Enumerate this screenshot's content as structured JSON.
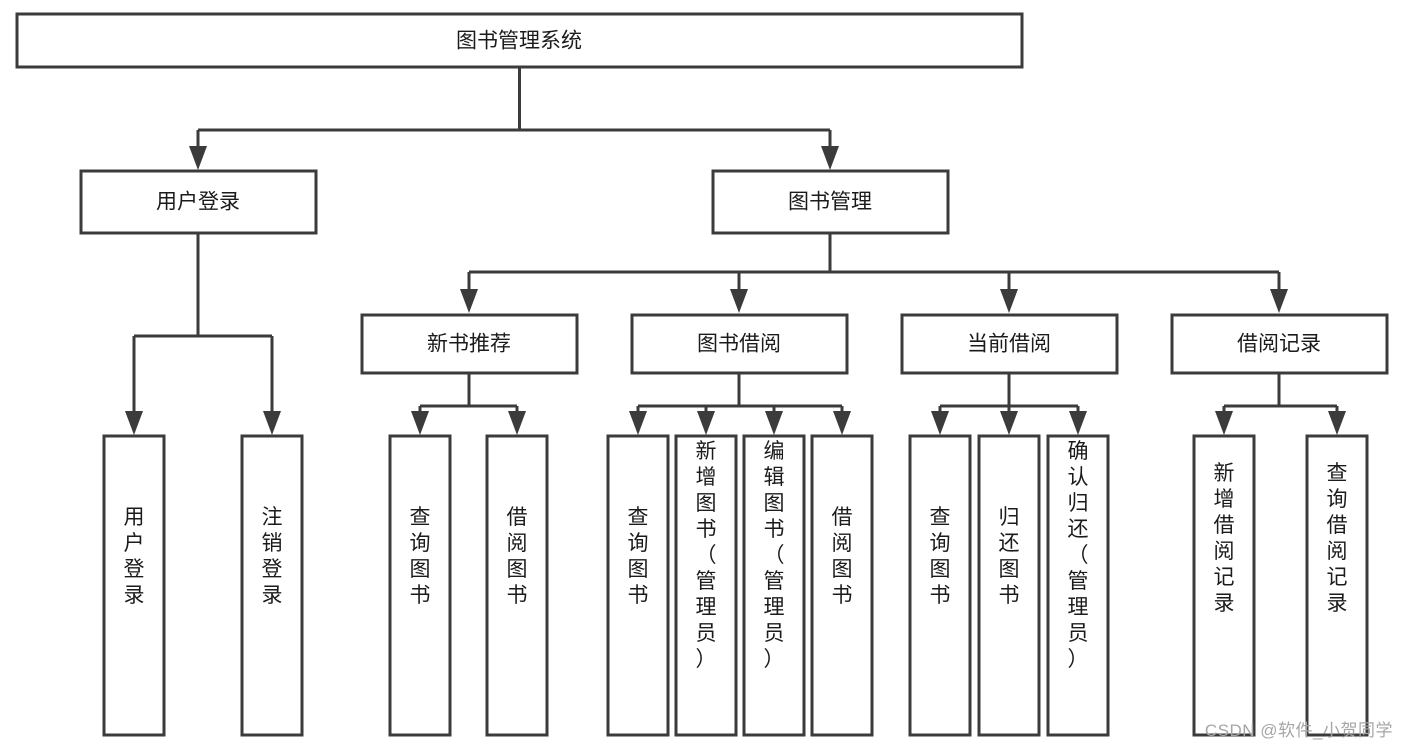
{
  "diagram": {
    "type": "tree",
    "title": "图书管理系统",
    "orientation": "top-down",
    "style": {
      "box_fill": "#ffffff",
      "box_stroke": "#3b3b3b",
      "line_color": "#3b3b3b",
      "text_color": "#1b1b1b",
      "background": "#ffffff"
    },
    "root": {
      "id": "root",
      "label": "图书管理系统",
      "text_orientation": "horizontal"
    },
    "level2": [
      {
        "id": "user-login",
        "label": "用户登录",
        "text_orientation": "horizontal"
      },
      {
        "id": "book-manage",
        "label": "图书管理",
        "text_orientation": "horizontal"
      }
    ],
    "level3": [
      {
        "id": "new-book-recommend",
        "label": "新书推荐",
        "parent": "book-manage",
        "text_orientation": "horizontal"
      },
      {
        "id": "book-borrow",
        "label": "图书借阅",
        "parent": "book-manage",
        "text_orientation": "horizontal"
      },
      {
        "id": "current-borrow",
        "label": "当前借阅",
        "parent": "book-manage",
        "text_orientation": "horizontal"
      },
      {
        "id": "borrow-record",
        "label": "借阅记录",
        "parent": "book-manage",
        "text_orientation": "horizontal"
      }
    ],
    "leaves": [
      {
        "id": "leaf-user-login",
        "label": "用户登录",
        "parent": "user-login",
        "text_orientation": "vertical"
      },
      {
        "id": "leaf-logout",
        "label": "注销登录",
        "parent": "user-login",
        "text_orientation": "vertical"
      },
      {
        "id": "leaf-query-book-1",
        "label": "查询图书",
        "parent": "new-book-recommend",
        "text_orientation": "vertical"
      },
      {
        "id": "leaf-borrow-book-1",
        "label": "借阅图书",
        "parent": "new-book-recommend",
        "text_orientation": "vertical"
      },
      {
        "id": "leaf-query-book-2",
        "label": "查询图书",
        "parent": "book-borrow",
        "text_orientation": "vertical"
      },
      {
        "id": "leaf-add-book",
        "label": "新增图书（管理员）",
        "parent": "book-borrow",
        "text_orientation": "vertical"
      },
      {
        "id": "leaf-edit-book",
        "label": "编辑图书（管理员）",
        "parent": "book-borrow",
        "text_orientation": "vertical"
      },
      {
        "id": "leaf-borrow-book-2",
        "label": "借阅图书",
        "parent": "book-borrow",
        "text_orientation": "vertical"
      },
      {
        "id": "leaf-query-book-3",
        "label": "查询图书",
        "parent": "current-borrow",
        "text_orientation": "vertical"
      },
      {
        "id": "leaf-return-book",
        "label": "归还图书",
        "parent": "current-borrow",
        "text_orientation": "vertical"
      },
      {
        "id": "leaf-confirm-return",
        "label": "确认归还（管理员）",
        "parent": "current-borrow",
        "text_orientation": "vertical"
      },
      {
        "id": "leaf-add-record",
        "label": "新增借阅记录",
        "parent": "borrow-record",
        "text_orientation": "vertical"
      },
      {
        "id": "leaf-query-record",
        "label": "查询借阅记录",
        "parent": "borrow-record",
        "text_orientation": "vertical"
      }
    ]
  },
  "watermark": {
    "text": "CSDN @软件_小贺同学"
  }
}
